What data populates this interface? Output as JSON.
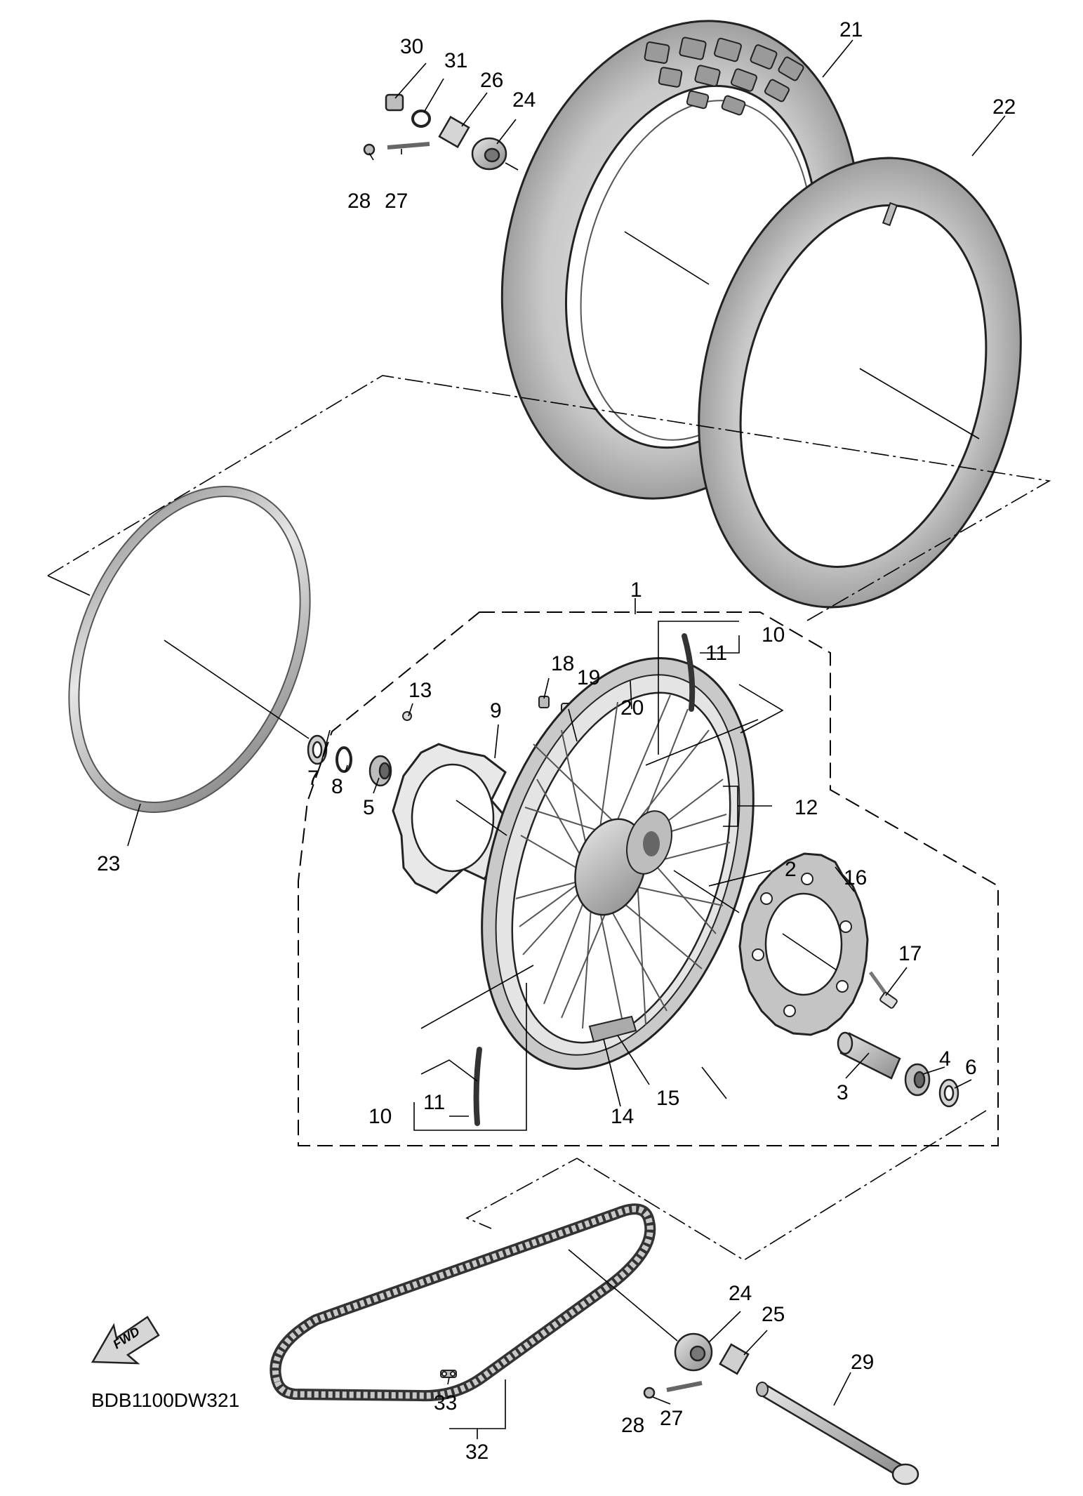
{
  "diagram": {
    "code": "BDB1100DW321",
    "fwd_label": "FWD",
    "callouts": [
      "1",
      "2",
      "3",
      "4",
      "5",
      "6",
      "7",
      "8",
      "9",
      "10",
      "11",
      "12",
      "13",
      "14",
      "15",
      "16",
      "17",
      "18",
      "19",
      "20",
      "21",
      "22",
      "23",
      "24",
      "25",
      "26",
      "27",
      "28",
      "29",
      "30",
      "31",
      "32",
      "33"
    ]
  }
}
